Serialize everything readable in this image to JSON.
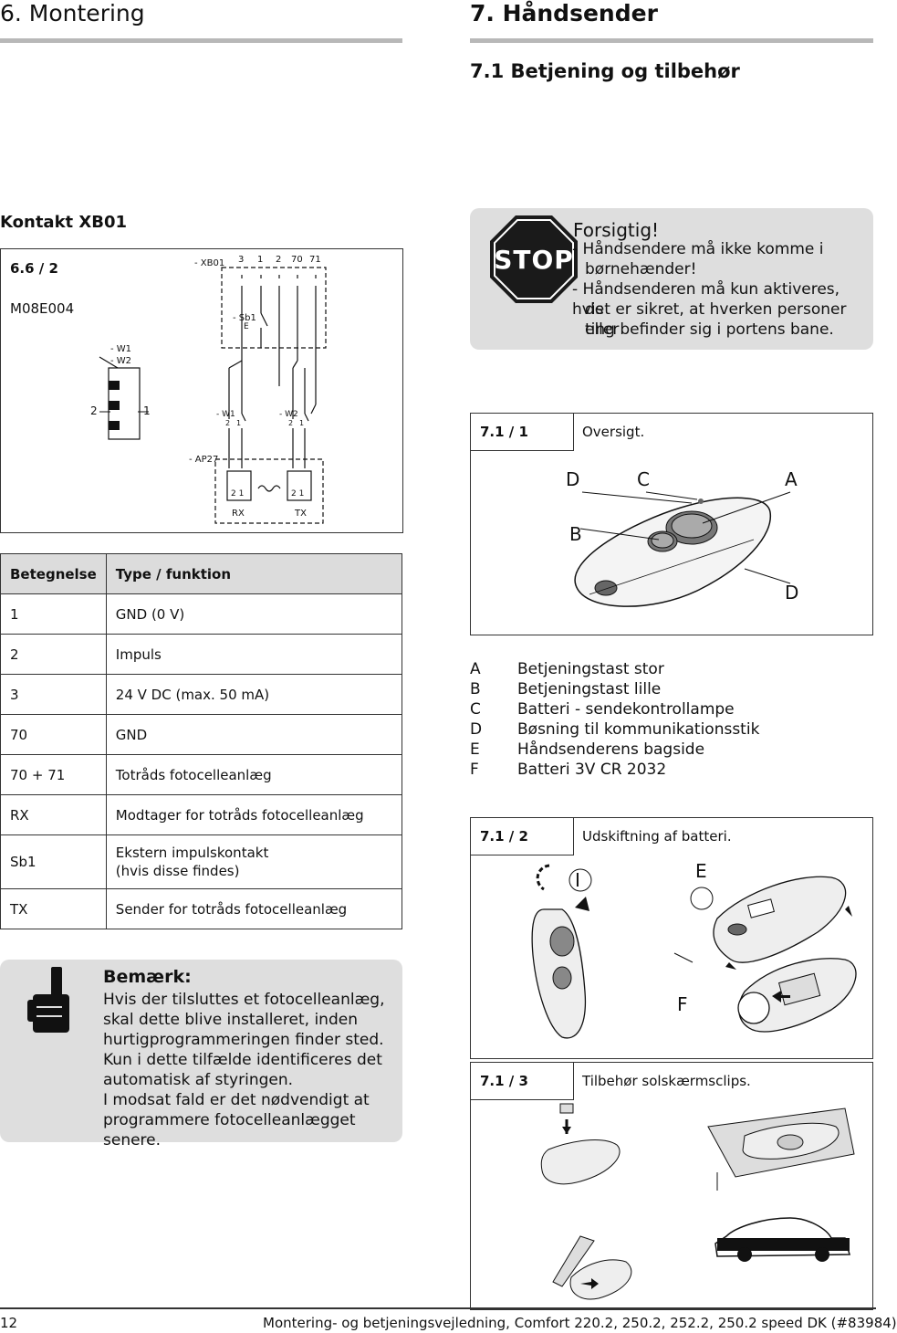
{
  "left_header": "6.  Montering",
  "right_header": "7.  Håndsender",
  "section_7_1": "7.1  Betjening og tilbehør",
  "kontakt_title": "Kontakt XB01",
  "diagram": {
    "ref": "6.6 / 2",
    "code": "M08E004",
    "labels": {
      "xb01": "- XB01",
      "t3": "3",
      "t1": "1",
      "t2": "2",
      "t70": "70",
      "t71": "71",
      "sb1": "- Sb1",
      "e": "E",
      "w1w2_a": "- W1",
      "w1w2_b": "- W2",
      "two": "2",
      "one": "1",
      "w1": "- W1",
      "w2": "- W2",
      "w_2a": "2",
      "w_1a": "1",
      "w_2b": "2",
      "w_1b": "1",
      "ap27": "- AP27",
      "rx_21": "2  1",
      "tx_21": "2  1",
      "rx": "RX",
      "tx": "TX"
    }
  },
  "warning": {
    "stop": "STOP",
    "title": "Forsigtig!",
    "lines": [
      "- Håndsendere må ikke komme i",
      "børnehænder!",
      "- Håndsenderen må kun aktiveres, hvis",
      "det er sikret, at hverken personer eller",
      "ting befinder sig i portens bane."
    ]
  },
  "fig1": {
    "ref": "7.1 / 1",
    "title": "Oversigt.",
    "markers": [
      "D",
      "C",
      "A",
      "B",
      "D"
    ]
  },
  "legend": [
    {
      "key": "A",
      "text": "Betjeningstast stor"
    },
    {
      "key": "B",
      "text": "Betjeningstast lille"
    },
    {
      "key": "C",
      "text": "Batteri - sendekontrollampe"
    },
    {
      "key": "D",
      "text": "Bøsning til kommunikationsstik"
    },
    {
      "key": "E",
      "text": "Håndsenderens bagside"
    },
    {
      "key": "F",
      "text": "Batteri 3V CR 2032"
    }
  ],
  "fig2": {
    "ref": "7.1 / 2",
    "title": "Udskiftning af batteri.",
    "markers": [
      "I",
      "E",
      "F"
    ]
  },
  "fig3": {
    "ref": "7.1 / 3",
    "title": "Tilbehør solskærmsclips."
  },
  "table": {
    "headers": [
      "Betegnelse",
      "Type / funktion"
    ],
    "rows": [
      [
        "1",
        "GND (0 V)"
      ],
      [
        "2",
        "Impuls"
      ],
      [
        "3",
        "24 V DC (max. 50 mA)"
      ],
      [
        "70",
        "GND"
      ],
      [
        "70 + 71",
        "Totråds fotocelleanlæg"
      ],
      [
        "RX",
        "Modtager for totråds fotocelleanlæg"
      ],
      [
        "Sb1",
        "Ekstern impulskontakt",
        "(hvis disse findes)"
      ],
      [
        "TX",
        "Sender for totråds fotocelleanlæg"
      ]
    ]
  },
  "note": {
    "title": "Bemærk:",
    "lines": [
      "Hvis der tilsluttes et fotocelleanlæg,",
      "skal dette blive installeret, inden",
      "hurtigprogrammeringen finder sted.",
      "Kun i dette tilfælde identificeres det",
      "automatisk af styringen.",
      "I modsat fald er det nødvendigt at",
      "programmere fotocelleanlægget senere."
    ]
  },
  "footer": {
    "page": "12",
    "text": "Montering- og betjeningsvejledning, Comfort 220.2, 250.2, 252.2, 250.2 speed DK (#83984)"
  },
  "colors": {
    "rule": "#b8b8b8",
    "panel": "#dcdcdc",
    "stop_sign": "#1a1a1a"
  }
}
